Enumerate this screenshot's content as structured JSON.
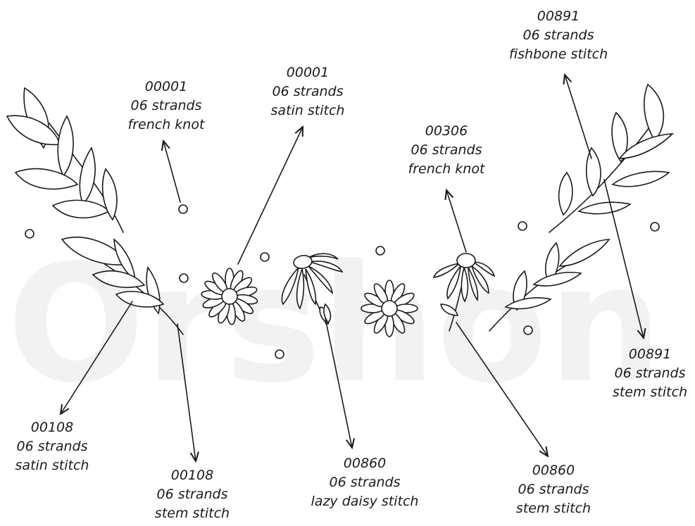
{
  "watermark": {
    "text": "Orshon"
  },
  "colors": {
    "ink": "#1a1a1a",
    "background": "#ffffff",
    "watermark": "#f2f2f2"
  },
  "labels": [
    {
      "id": "french-knot-00001",
      "code": "00001",
      "strands": "06 strands",
      "stitch": "french knot"
    },
    {
      "id": "satin-00001",
      "code": "00001",
      "strands": "06 strands",
      "stitch": "satin stitch"
    },
    {
      "id": "fishbone-00891",
      "code": "00891",
      "strands": "06 strands",
      "stitch": "fishbone stitch"
    },
    {
      "id": "french-knot-00306",
      "code": "00306",
      "strands": "06 strands",
      "stitch": "french knot"
    },
    {
      "id": "stem-00891",
      "code": "00891",
      "strands": "06 strands",
      "stitch": "stem stitch"
    },
    {
      "id": "satin-00108",
      "code": "00108",
      "strands": "06 strands",
      "stitch": "satin stitch"
    },
    {
      "id": "stem-00108",
      "code": "00108",
      "strands": "06 strands",
      "stitch": "stem stitch"
    },
    {
      "id": "lazy-daisy-00860",
      "code": "00860",
      "strands": "06 strands",
      "stitch": "lazy daisy stitch"
    },
    {
      "id": "stem-00860",
      "code": "00860",
      "strands": "06 strands",
      "stitch": "stem stitch"
    }
  ]
}
